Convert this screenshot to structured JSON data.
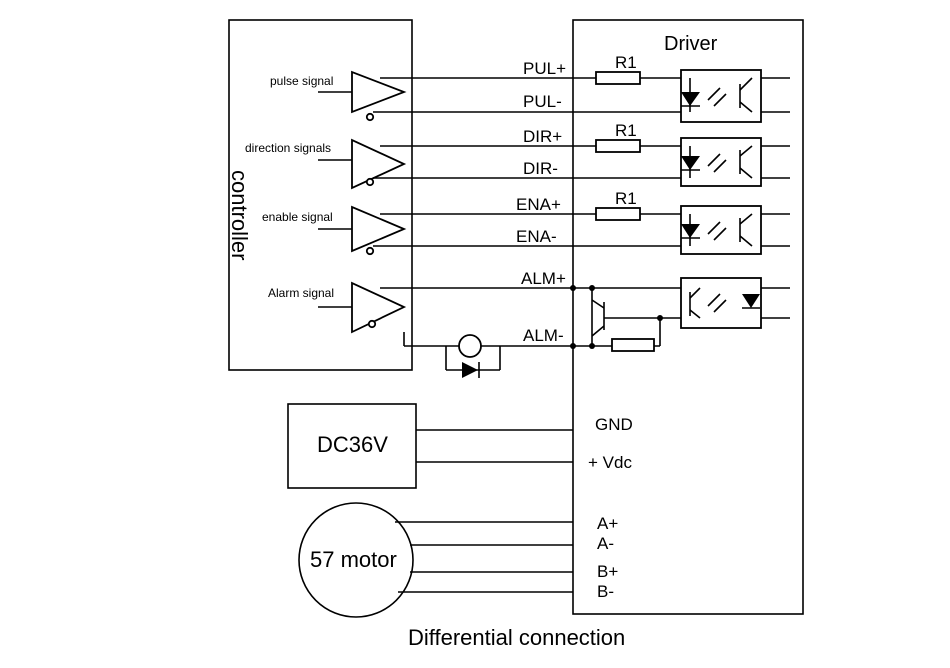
{
  "controller": {
    "label": "controller"
  },
  "driver": {
    "label": "Driver"
  },
  "signals": {
    "pulse": "pulse signal",
    "direction": "direction signals",
    "enable": "enable signal",
    "alarm": "Alarm signal"
  },
  "terminals": {
    "pul_plus": "PUL+",
    "pul_minus": "PUL-",
    "dir_plus": "DIR+",
    "dir_minus": "DIR-",
    "ena_plus": "ENA+",
    "ena_minus": "ENA-",
    "alm_plus": "ALM+",
    "alm_minus": "ALM-",
    "gnd": "GND",
    "vdc": "+ Vdc",
    "a_plus": "A+",
    "a_minus": "A-",
    "b_plus": "B+",
    "b_minus": "B-"
  },
  "resistors": {
    "r1": "R1"
  },
  "power": {
    "label": "DC36V"
  },
  "motor": {
    "label": "57 motor"
  },
  "caption": "Differential connection"
}
